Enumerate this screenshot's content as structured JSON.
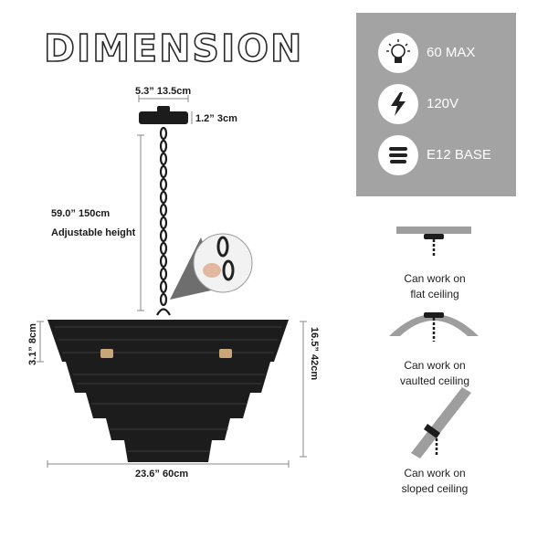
{
  "title": "DIMENSION",
  "dimensions": {
    "canopy_width": "5.3”  13.5cm",
    "canopy_height": "1.2”  3cm",
    "chain_length": "59.0”  150cm",
    "adjustable": "Adjustable height",
    "tier_height": "3.1”  8cm",
    "total_height": "16.5”  42cm",
    "width": "23.6”  60cm"
  },
  "specs": [
    {
      "icon": "bulb-icon",
      "label": "60 MAX"
    },
    {
      "icon": "lightning-icon",
      "label": "120V"
    },
    {
      "icon": "base-icon",
      "label": "E12 BASE"
    }
  ],
  "ceilings": [
    {
      "line1": "Can work on",
      "line2": "flat ceiling"
    },
    {
      "line1": "Can work on",
      "line2": "vaulted ceiling"
    },
    {
      "line1": "Can work on",
      "line2": "sloped ceiling"
    }
  ],
  "colors": {
    "spec_panel": "#a3a3a3",
    "fixture": "#1c1c1c",
    "ceiling": "#9e9e9e"
  }
}
